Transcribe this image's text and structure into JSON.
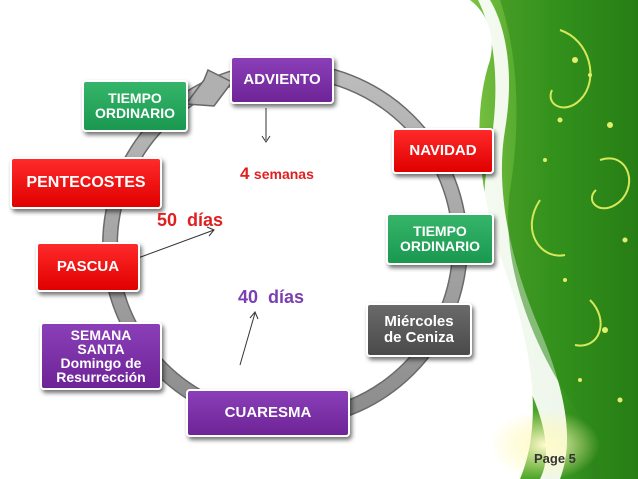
{
  "cycle": {
    "adviento": "ADVIENTO",
    "navidad": "NAVIDAD",
    "tiempo_ordinario_right": [
      "TIEMPO",
      "ORDINARIO"
    ],
    "miercoles_ceniza": [
      "Miércoles",
      "de Ceniza"
    ],
    "cuaresma": "CUARESMA",
    "semana_santa": [
      "SEMANA",
      "SANTA",
      "Domingo de",
      "Resurrección"
    ],
    "pascua": "PASCUA",
    "pentecostes": "PENTECOSTES",
    "tiempo_ordinario_left": [
      "TIEMPO",
      "ORDINARIO"
    ]
  },
  "durations": {
    "advent_number": "4",
    "advent_unit": "semanas",
    "lent": "40  días",
    "easter": "50  días"
  },
  "footer": {
    "page": "Page 5"
  },
  "colors": {
    "red": "#e00000",
    "green": "#1a9850",
    "purple": "#6e2496",
    "gray": "#4a4a4a",
    "ring": "#a8a8a8"
  }
}
